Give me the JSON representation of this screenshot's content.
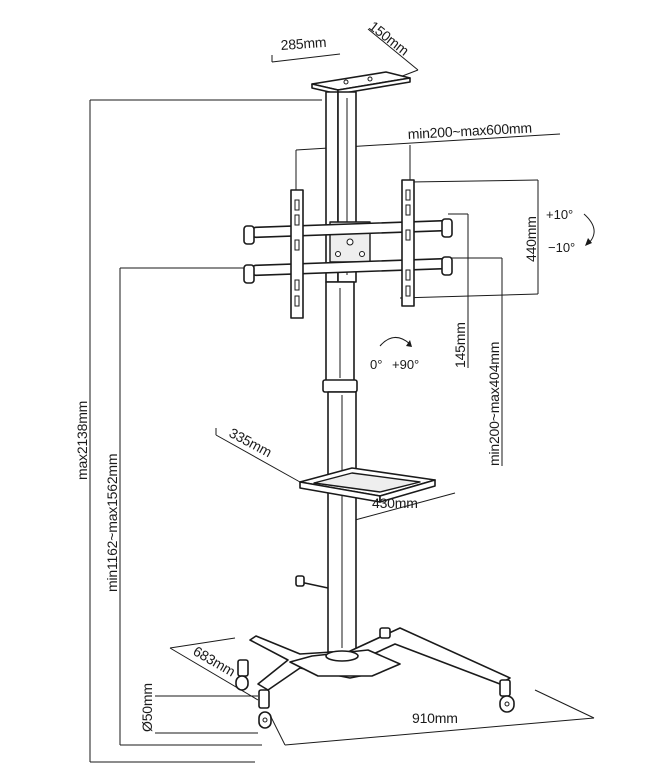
{
  "dimensions": {
    "top_plate_width": "285mm",
    "top_plate_depth": "150mm",
    "bracket_width": "min200~max600mm",
    "bracket_height": "440mm",
    "tilt_up": "+10°",
    "tilt_down": "−10°",
    "rotate_start": "0°",
    "rotate_end": "+90°",
    "bracket_offset": "145mm",
    "bracket_range": "min200~max404mm",
    "total_height": "max2138mm",
    "mount_height": "min1162~max1562mm",
    "shelf_depth": "335mm",
    "shelf_width": "430mm",
    "base_depth": "683mm",
    "base_width": "910mm",
    "caster_diameter": "Ø50mm"
  }
}
